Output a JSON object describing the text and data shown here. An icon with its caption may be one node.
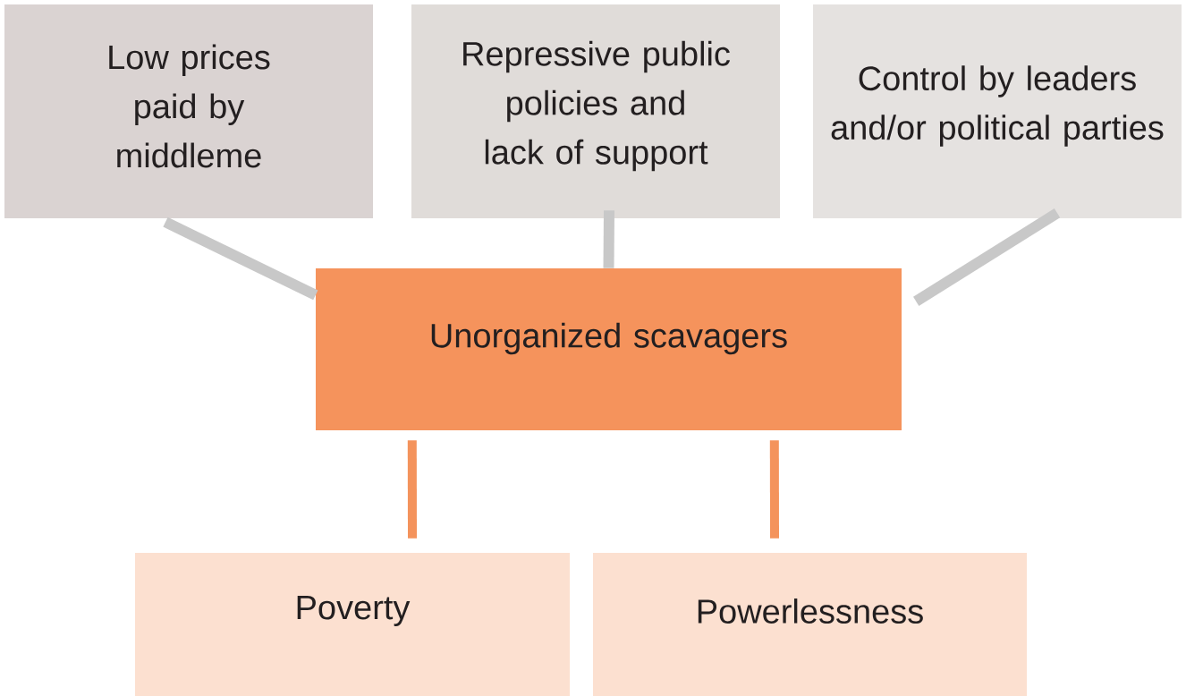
{
  "diagram": {
    "nodes": [
      {
        "text": [
          "Low prices paid by middleme"
        ]
      },
      {
        "text": [
          "Repressive public policies and lack of support"
        ]
      },
      {
        "text": [
          "Control by leaders and/or political parties"
        ]
      },
      {
        "text": [
          "Unorganized scavagers"
        ]
      },
      {
        "text": [
          "Poverty"
        ]
      },
      {
        "text": [
          "Powerlessness"
        ]
      }
    ],
    "edges": [
      {
        "from": 0,
        "to": 3,
        "arrow": "none"
      },
      {
        "from": 1,
        "to": 3,
        "arrow": "none"
      },
      {
        "from": 2,
        "to": 3,
        "arrow": "none"
      },
      {
        "from": 3,
        "to": 4,
        "arrow": "none",
        "color": "#f4935c"
      },
      {
        "from": 3,
        "to": 5,
        "arrow": "none",
        "color": "#f4935c"
      }
    ]
  }
}
